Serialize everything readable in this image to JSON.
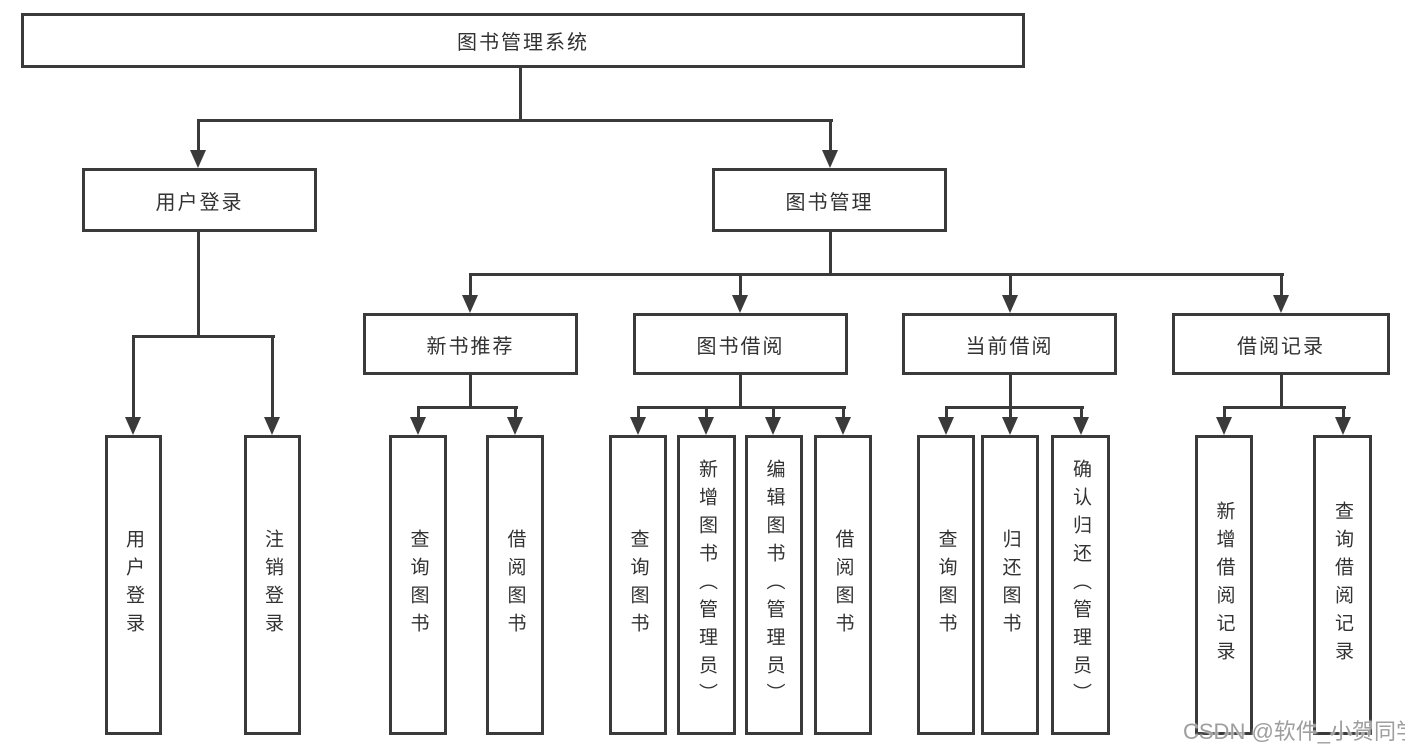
{
  "diagram": {
    "title": "图书管理系统",
    "colors": {
      "line": "#3a3a3a",
      "text": "#323232",
      "background": "#ffffff",
      "watermark": "#9e9e9e"
    },
    "nodes": {
      "root": "图书管理系统",
      "user_login": "用户登录",
      "book_mgmt": "图书管理",
      "new_book_rec": "新书推荐",
      "book_borrow": "图书借阅",
      "current_borrow": "当前借阅",
      "borrow_record": "借阅记录",
      "leaf_user_login": "用户登录",
      "leaf_logout": "注销登录",
      "leaf_nbr_query": "查询图书",
      "leaf_nbr_borrow": "借阅图书",
      "leaf_bb_query": "查询图书",
      "leaf_bb_add": "新增图书（管理员）",
      "leaf_bb_edit": "编辑图书（管理员）",
      "leaf_bb_borrow": "借阅图书",
      "leaf_cb_query": "查询图书",
      "leaf_cb_return": "归还图书",
      "leaf_cb_confirm": "确认归还（管理员）",
      "leaf_br_add": "新增借阅记录",
      "leaf_br_query": "查询借阅记录"
    },
    "structure": {
      "图书管理系统": {
        "用户登录": [
          "用户登录",
          "注销登录"
        ],
        "图书管理": {
          "新书推荐": [
            "查询图书",
            "借阅图书"
          ],
          "图书借阅": [
            "查询图书",
            "新增图书（管理员）",
            "编辑图书（管理员）",
            "借阅图书"
          ],
          "当前借阅": [
            "查询图书",
            "归还图书",
            "确认归还（管理员）"
          ],
          "借阅记录": [
            "新增借阅记录",
            "查询借阅记录"
          ]
        }
      }
    },
    "watermark": "CSDN @软件_小贺同学"
  }
}
